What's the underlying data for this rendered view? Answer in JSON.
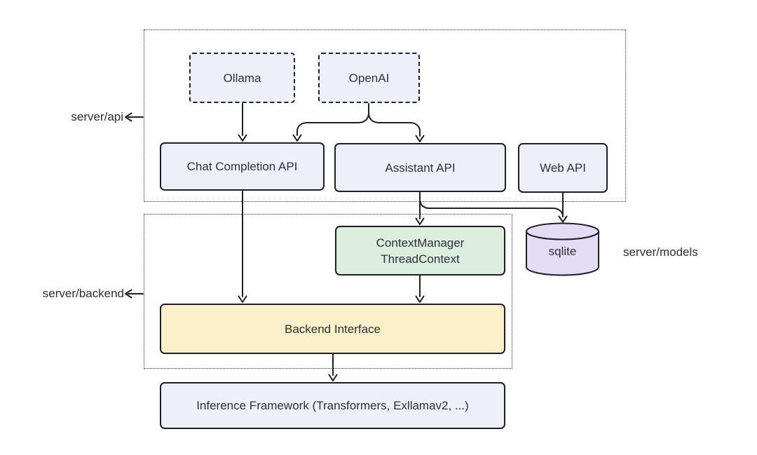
{
  "diagram": {
    "groups": {
      "api": {
        "label": "server/api"
      },
      "backend": {
        "label": "server/backend"
      },
      "models": {
        "label": "server/models"
      }
    },
    "nodes": {
      "ollama": {
        "label": "Ollama"
      },
      "openai": {
        "label": "OpenAI"
      },
      "chat_completion_api": {
        "label": "Chat Completion API"
      },
      "assistant_api": {
        "label": "Assistant API"
      },
      "web_api": {
        "label": "Web API"
      },
      "context_manager": {
        "line1": "ContextManager",
        "line2": "ThreadContext"
      },
      "sqlite": {
        "label": "sqlite"
      },
      "backend_interface": {
        "label": "Backend Interface"
      },
      "inference_framework": {
        "label": "Inference Framework (Transformers, Exllamav2, ...)"
      }
    },
    "edges": [
      {
        "from": "ollama",
        "to": "chat_completion_api"
      },
      {
        "from": "openai",
        "to": "chat_completion_api"
      },
      {
        "from": "openai",
        "to": "assistant_api"
      },
      {
        "from": "chat_completion_api",
        "to": "backend_interface"
      },
      {
        "from": "assistant_api",
        "to": "context_manager"
      },
      {
        "from": "assistant_api",
        "to": "sqlite"
      },
      {
        "from": "web_api",
        "to": "sqlite"
      },
      {
        "from": "context_manager",
        "to": "backend_interface"
      },
      {
        "from": "backend_interface",
        "to": "inference_framework"
      }
    ],
    "colors": {
      "node_fill": "#edf0f9",
      "context_fill": "#dceedd",
      "backend_interface_fill": "#fcf0ca",
      "sqlite_fill": "#e4dcf5",
      "stroke": "#1e1e28",
      "text": "#2e2f3a"
    }
  }
}
